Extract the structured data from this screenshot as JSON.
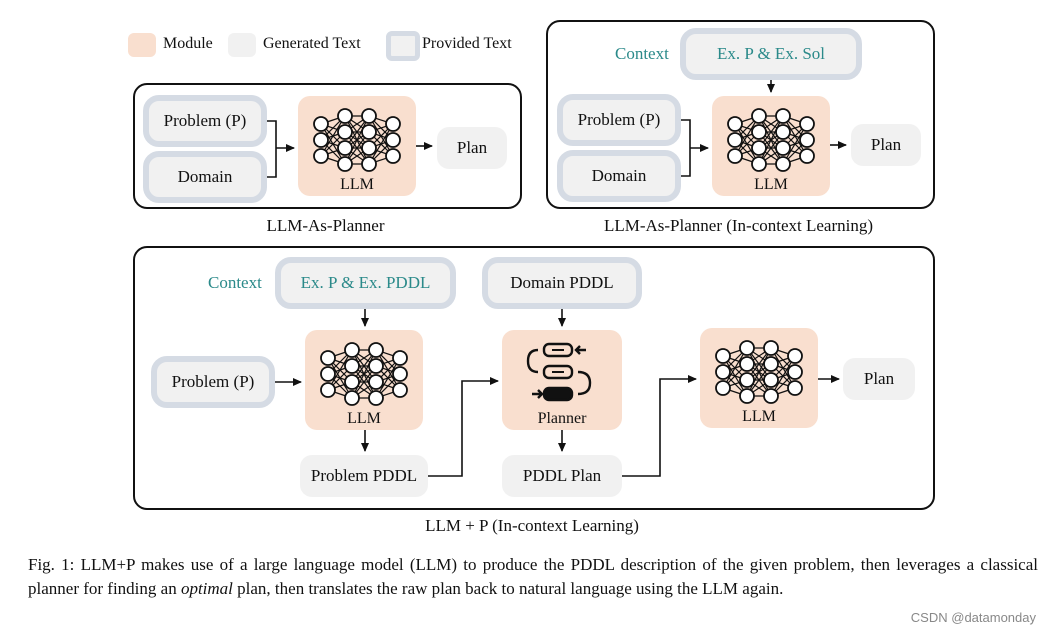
{
  "legend": {
    "module": "Module",
    "generated": "Generated Text",
    "provided": "Provided Text",
    "colors": {
      "module": "#f9dfcf",
      "generated": "#f1f1f1",
      "provided_border": "#d5dbe4"
    }
  },
  "panel1": {
    "caption": "LLM-As-Planner",
    "problem": "Problem (P)",
    "domain": "Domain",
    "llm": "LLM",
    "plan": "Plan"
  },
  "panel2": {
    "caption": "LLM-As-Planner (In-context Learning)",
    "context_label": "Context",
    "context_box": "Ex. P & Ex. Sol",
    "problem": "Problem (P)",
    "domain": "Domain",
    "llm": "LLM",
    "plan": "Plan"
  },
  "panel3": {
    "caption": "LLM + P (In-context Learning)",
    "context_label": "Context",
    "context_box": "Ex. P & Ex. PDDL",
    "domain_pddl": "Domain PDDL",
    "problem": "Problem (P)",
    "llm1": "LLM",
    "problem_pddl": "Problem PDDL",
    "planner": "Planner",
    "pddl_plan": "PDDL Plan",
    "llm2": "LLM",
    "plan": "Plan"
  },
  "figure_caption": {
    "prefix": "Fig. 1: LLM+P makes use of a large language model (LLM) to produce the PDDL description of the given problem, then leverages a classical planner for finding an ",
    "emphasis": "optimal",
    "suffix": " plan, then translates the raw plan back to natural language using the LLM again."
  },
  "watermark": "CSDN @datamonday"
}
